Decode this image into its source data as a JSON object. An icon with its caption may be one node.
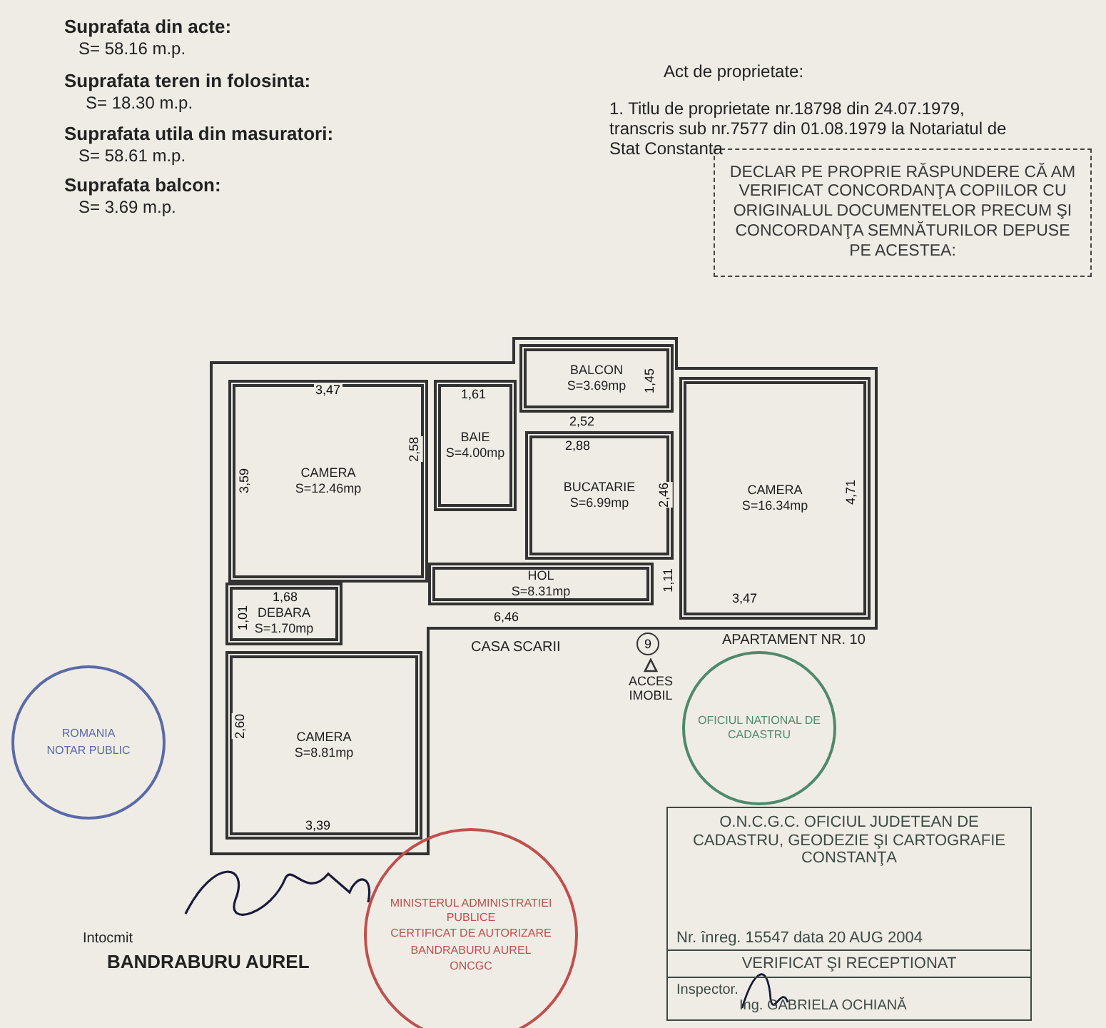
{
  "diagram": {
    "nodes": [
      {
        "text": [
          "CAMERA",
          "S=12.46mp"
        ]
      },
      {
        "text": [
          "BAIE",
          "S=4.00mp"
        ]
      },
      {
        "text": [
          "BALCON",
          "S=3.69mp"
        ]
      },
      {
        "text": [
          "BUCATARIE",
          "S=6.99mp"
        ]
      },
      {
        "text": [
          "CAMERA",
          "S=16.34mp"
        ]
      },
      {
        "text": [
          "DEBARA",
          "S=1.70mp"
        ]
      },
      {
        "text": [
          "HOL",
          "S=8.31mp"
        ]
      },
      {
        "text": [
          "CAMERA",
          "S=8.81mp"
        ]
      },
      {
        "text": [
          "DECLAR PE PROPRIE RĂSPUNDERE CĂ AM VERIFICAT CONCORDANŢA COPIILOR CU ORIGINALUL DOCUMENTELOR PRECUM ŞI CONCORDANŢA SEMNĂTURILOR DEPUSE PE ACESTEA:"
        ]
      },
      {
        "text": [
          "ROMANIA",
          "NOTAR PUBLIC"
        ]
      },
      {
        "text": [
          "OFICIUL NATIONAL DE CADASTRU"
        ]
      },
      {
        "text": [
          "MINISTERUL ADMINISTRATIEI PUBLICE",
          "CERTIFICAT DE AUTORIZARE",
          "BANDRABURU AUREL",
          "ONCGC"
        ]
      },
      {
        "text": [
          "O.N.C.G.C. OFICIUL JUDETEAN DE CADASTRU, GEODEZIE ŞI CARTOGRAFIE CONSTANŢA",
          "Nr. înreg. 15547 data 20 AUG 2004",
          "VERIFICAT ŞI RECEPTIONAT",
          "Inspector.",
          "Ing. GABRIELA OCHIANĂ"
        ]
      }
    ],
    "labels": [
      "Suprafata din acte:",
      "S= 58.16 m.p.",
      "Act de proprietate:",
      "Suprafata teren in folosinta:",
      "S= 18.30 m.p.",
      "1. Titlu de proprietate nr.18798 din 24.07.1979, transcris sub nr.7577 din 01.08.1979 la Notariatul de Stat Constanta",
      "Suprafata utila din masuratori:",
      "S= 58.61 m.p.",
      "Suprafata balcon:",
      "S= 3.69 m.p.",
      "1,45",
      "3,47",
      "1,61",
      "2,52",
      "2,88",
      "2,58",
      "3,59",
      "2,46",
      "4,71",
      "1,68",
      "1,01",
      "1,11",
      "6,46",
      "9",
      "3,47",
      "CASA SCARII",
      "APARTAMENT NR. 10",
      "ACCES IMOBIL",
      "2,60",
      "3,39",
      "Intocmit",
      "BANDRABURU AUREL"
    ]
  }
}
